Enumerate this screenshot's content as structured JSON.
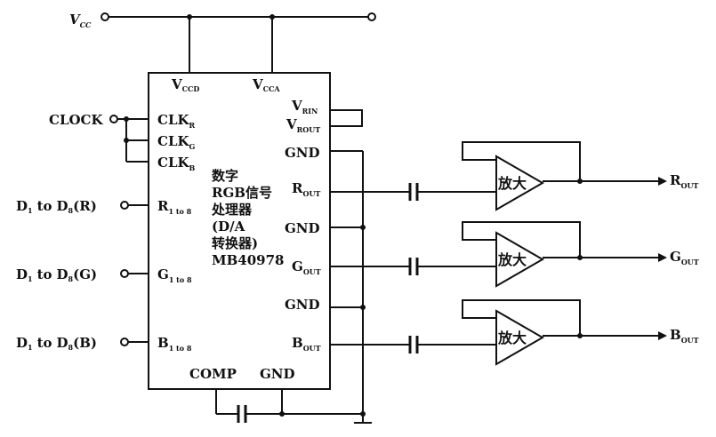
{
  "supply": {
    "main": "V",
    "sub": "CC"
  },
  "chip": {
    "vccd": {
      "main": "V",
      "sub": "CCD"
    },
    "vcca": {
      "main": "V",
      "sub": "CCA"
    },
    "vrin": {
      "main": "V",
      "sub": "RIN"
    },
    "vrout": {
      "main": "V",
      "sub": "ROUT"
    },
    "gnd": "GND",
    "clk": [
      {
        "main": "CLK",
        "sub": "R"
      },
      {
        "main": "CLK",
        "sub": "G"
      },
      {
        "main": "CLK",
        "sub": "B"
      }
    ],
    "inputs": [
      {
        "main": "R",
        "sub": "1  to  8"
      },
      {
        "main": "G",
        "sub": "1  to  8"
      },
      {
        "main": "B",
        "sub": "1  to  8"
      }
    ],
    "outputs": [
      {
        "main": "R",
        "sub": "OUT"
      },
      {
        "main": "G",
        "sub": "OUT"
      },
      {
        "main": "B",
        "sub": "OUT"
      }
    ],
    "comp": "COMP",
    "title_lines": [
      "数字",
      "RGB信号",
      "处理器",
      "(D/A",
      "转换器)",
      "MB40978"
    ]
  },
  "clock_label": "CLOCK",
  "data_inputs": [
    {
      "d": "D",
      "s1": "1",
      "to": "to",
      "s2": "8",
      "ch": "(R)"
    },
    {
      "d": "D",
      "s1": "1",
      "to": "to",
      "s2": "8",
      "ch": "(G)"
    },
    {
      "d": "D",
      "s1": "1",
      "to": "to",
      "s2": "8",
      "ch": "(B)"
    }
  ],
  "amplifier_label": "放大",
  "final_outputs": [
    {
      "main": "R",
      "sub": "OUT"
    },
    {
      "main": "G",
      "sub": "OUT"
    },
    {
      "main": "B",
      "sub": "OUT"
    }
  ]
}
